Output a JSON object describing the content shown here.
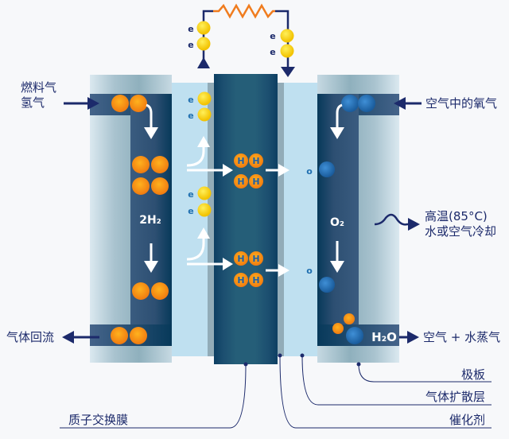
{
  "labels": {
    "fuel_line1": "燃料气",
    "fuel_line2": "氢气",
    "oxygen_in": "空气中的氧气",
    "cooling_line1": "高温(85°C)",
    "cooling_line2": "水或空气冷却",
    "gas_return": "气体回流",
    "exhaust": "空气 + 水蒸气",
    "plate": "极板",
    "gas_diffusion_layer": "气体扩散层",
    "catalyst": "催化剂",
    "pem": "质子交换膜"
  },
  "symbols": {
    "electron": "e",
    "hydrogen_ion": "H",
    "oxygen_atom": "o",
    "anode_species": "2H₂",
    "cathode_species": "O₂",
    "water": "H₂O"
  },
  "colors": {
    "label": "#1c2a6b",
    "plate_dark": "#1e4a6e",
    "membrane": "#245a74",
    "diffusion_layer": "#bfe0f0",
    "electron": "#f5cf10",
    "hydrogen": "#f7921e",
    "oxygen": "#2b74b8",
    "wire": "#1c2a6b",
    "resistor": "#f07c1e"
  }
}
